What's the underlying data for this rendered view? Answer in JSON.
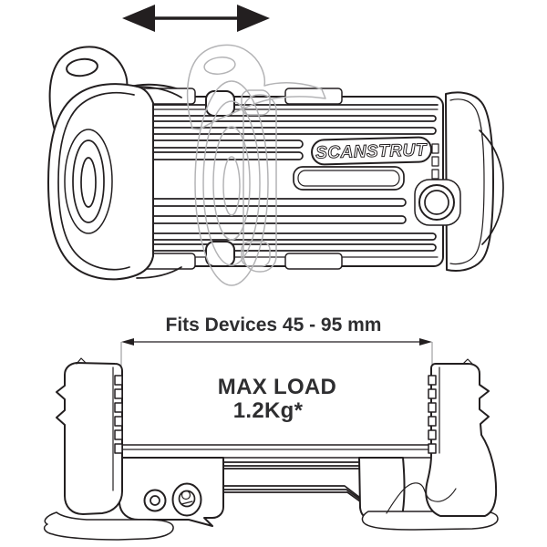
{
  "colors": {
    "line": "#231f20",
    "ghost": "#b4b4b6",
    "text": "#2e2e30",
    "background": "#ffffff"
  },
  "top_view": {
    "brand_label": "SCANSTRUT",
    "arrow_icon": "double-headed-horizontal-arrow"
  },
  "front_view": {
    "dimension_label": "Fits Devices 45 - 95 mm",
    "max_load": {
      "line1": "MAX LOAD",
      "line2": "1.2Kg*"
    }
  }
}
